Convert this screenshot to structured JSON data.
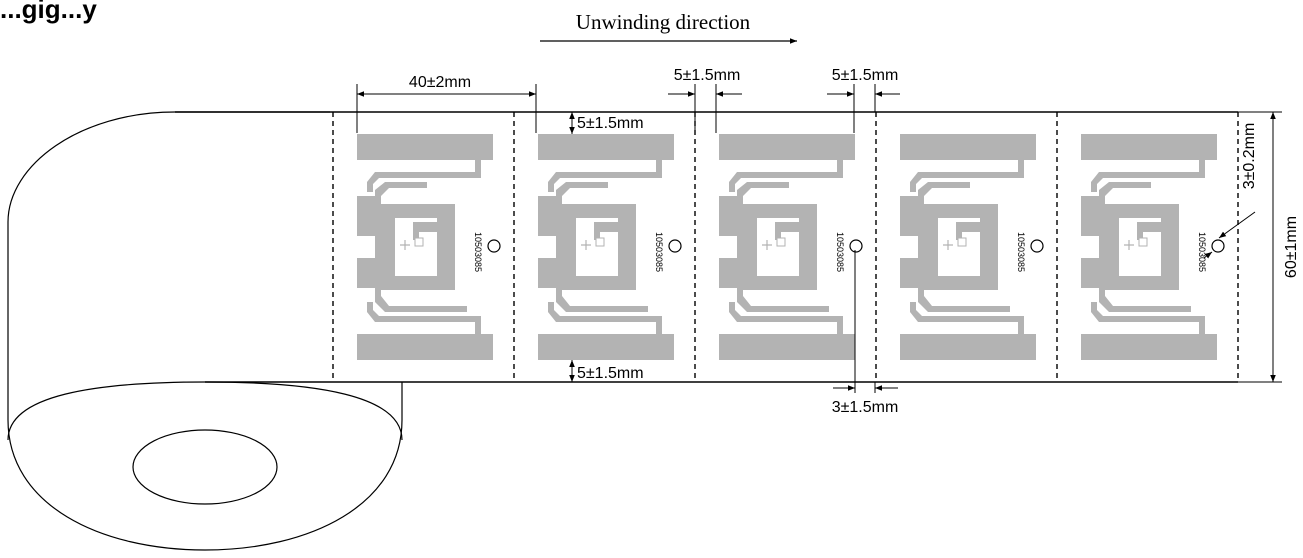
{
  "heading": "...gig...y",
  "unwinding_label": "Unwinding direction",
  "dimensions": {
    "label_width": "40±2mm",
    "gap_top_left": "5±1.5mm",
    "gap_top_right": "5±1.5mm",
    "margin_top": "5±1.5mm",
    "margin_bottom": "5±1.5mm",
    "hole_offset": "3±1.5mm",
    "hole_diameter": "3±0.2mm",
    "web_height": "60±1mm"
  },
  "inlay_code": "10503085",
  "label_count": 5,
  "colors": {
    "antenna": "#b3b3b3",
    "line": "#000000",
    "background": "#ffffff"
  }
}
